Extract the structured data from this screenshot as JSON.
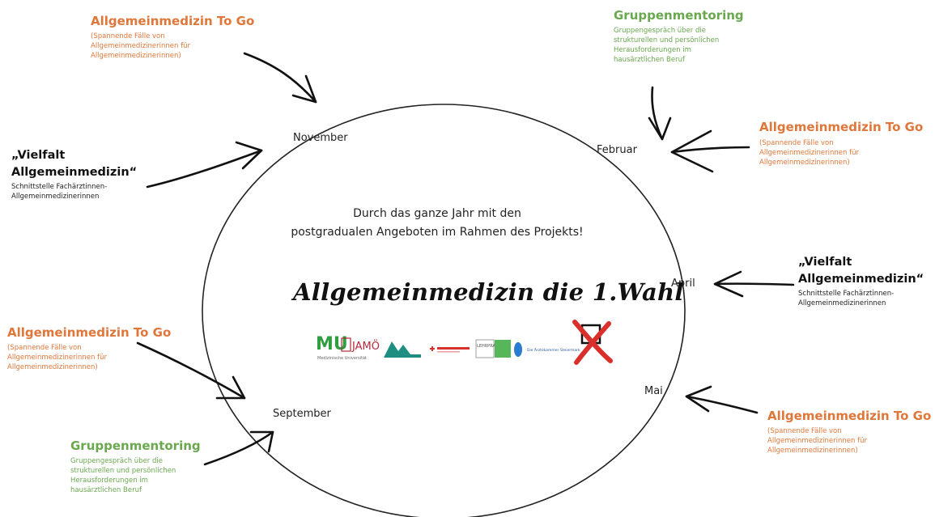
{
  "center": {
    "intro": "Durch das ganze Jahr mit den\npostgradualen Angeboten im Rahmen des Projekts!",
    "headline": "Allgemeinmedizin die 1.Wahl"
  },
  "months": {
    "november": "November",
    "februar": "Februar",
    "april": "April",
    "mai": "Mai",
    "september": "September"
  },
  "offers": {
    "top_left": {
      "title": "Allgemeinmedizin To Go",
      "description": "(Spannende Fälle von\nAllgemeinmedizinerinnen für\nAllgemeinmedizinerinnen)"
    },
    "top_right": {
      "title": "Gruppenmentoring",
      "description": "Gruppengespräch über die\nstrukturellen und persönlichen\nHerausforderungen im\nhausärztlichen Beruf"
    },
    "right_upper": {
      "title": "Allgemeinmedizin To Go",
      "description": "(Spannende Fälle von\nAllgemeinmedizinerinnen für\nAllgemeinmedizinerinnen)"
    },
    "left_middle": {
      "title_line1": "„Vielfalt",
      "title_line2": "Allgemeinmedizin“",
      "description": "Schnittstelle Fachärztinnen-\nAllgemeinmedizinerinnen"
    },
    "right_middle": {
      "title_line1": "„Vielfalt",
      "title_line2": "Allgemeinmedizin“",
      "description": "Schnittstelle Fachärztinnen-\nAllgemeinmedizinerinnen"
    },
    "left_lower": {
      "title": "Allgemeinmedizin To Go",
      "description": "(Spannende Fälle von\nAllgemeinmedizinerinnen für\nAllgemeinmedizinerinnen)"
    },
    "right_lower": {
      "title": "Allgemeinmedizin To Go",
      "description": "(Spannende Fälle von\nAllgemeinmedizinerinnen für\nAllgemeinmedizinerinnen)"
    },
    "bottom_left": {
      "title": "Gruppenmentoring",
      "description": "Gruppengespräch über die\nstrukturellen und persönlichen\nHerausforderungen im\nhausärztlichen Beruf"
    }
  },
  "logos": {
    "mu": "MU",
    "jamo": "JAMÖ",
    "lehrpraxis": "LEHRPRAXIS",
    "mu_sub": "Medizinische Universität",
    "praxis_sub": "Die Ärztekammer Steiermark"
  },
  "colors": {
    "orange": "#e0773a",
    "green": "#6aa84f",
    "cross": "#d9302c"
  }
}
